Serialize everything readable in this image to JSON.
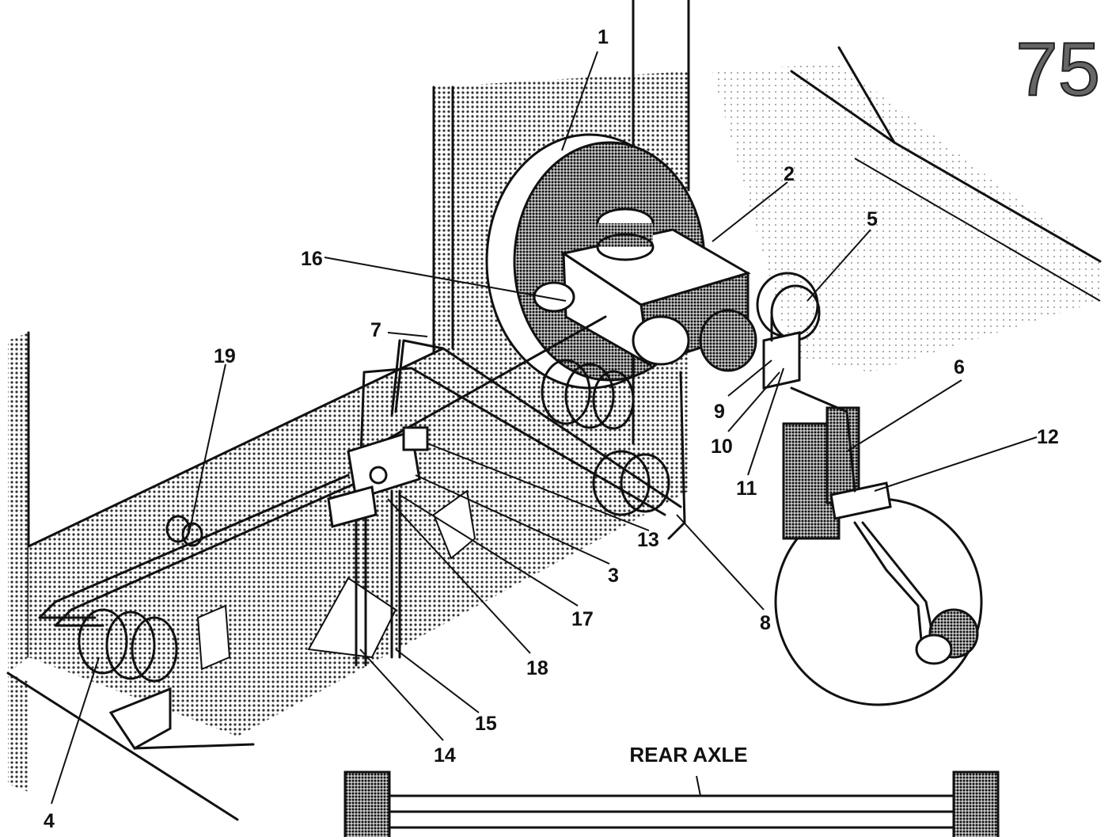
{
  "page": {
    "page_number": "75",
    "axle_label": "REAR AXLE"
  },
  "callouts": [
    "1",
    "2",
    "3",
    "4",
    "5",
    "6",
    "7",
    "8",
    "9",
    "10",
    "11",
    "12",
    "13",
    "14",
    "15",
    "16",
    "17",
    "18",
    "19"
  ],
  "colors": {
    "ink": "#111111",
    "halftone": "#555555",
    "page_number": "#666666"
  }
}
